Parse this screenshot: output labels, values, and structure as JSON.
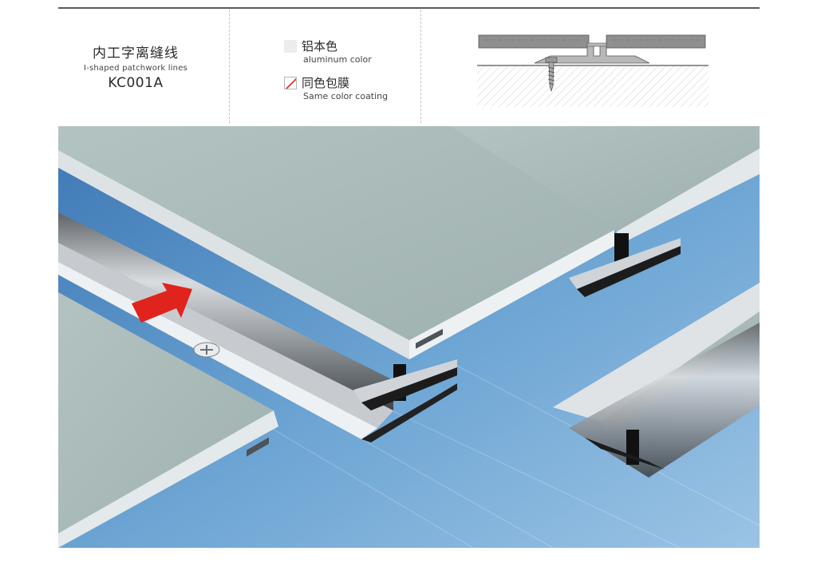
{
  "product": {
    "name_zh": "内工字离缝线",
    "name_en": "I-shaped patchwork lines",
    "model": "KC001A"
  },
  "legend": [
    {
      "icon": "aluminum-swatch",
      "label_zh": "铝本色",
      "label_en": "aluminum color"
    },
    {
      "icon": "coating-swatch",
      "label_zh": "同色包膜",
      "label_en": "Same color coating"
    }
  ],
  "colors": {
    "panel": "#a8b9b8",
    "floor": "#5d93c5",
    "arrow": "#e0231c",
    "rule": "#5a5a5a"
  }
}
